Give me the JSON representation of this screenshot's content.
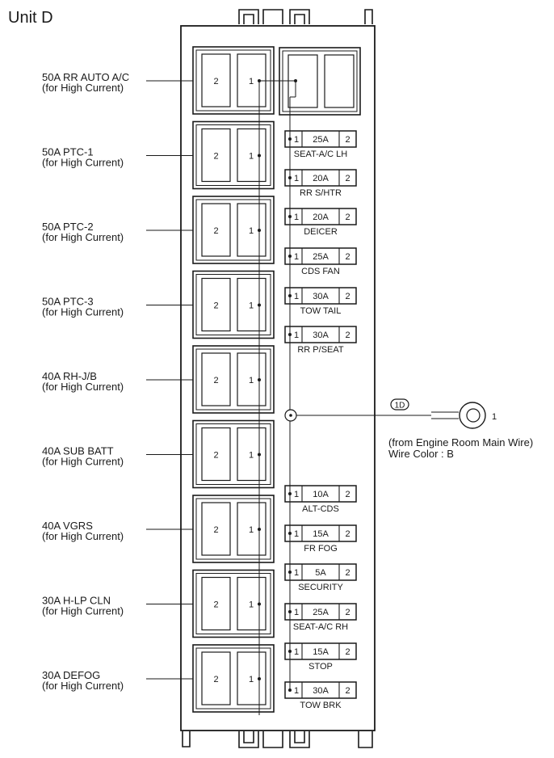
{
  "title": "Unit D",
  "big_fuses": [
    {
      "name": "50A RR AUTO A/C",
      "sub": "(for High Current)",
      "pin_left": "2",
      "pin_right": "1"
    },
    {
      "name": "50A PTC-1",
      "sub": "(for High Current)",
      "pin_left": "2",
      "pin_right": "1"
    },
    {
      "name": "50A PTC-2",
      "sub": "(for High Current)",
      "pin_left": "2",
      "pin_right": "1"
    },
    {
      "name": "50A PTC-3",
      "sub": "(for High Current)",
      "pin_left": "2",
      "pin_right": "1"
    },
    {
      "name": "40A RH-J/B",
      "sub": "(for High Current)",
      "pin_left": "2",
      "pin_right": "1"
    },
    {
      "name": "40A SUB BATT",
      "sub": "(for High Current)",
      "pin_left": "2",
      "pin_right": "1"
    },
    {
      "name": "40A VGRS",
      "sub": "(for High Current)",
      "pin_left": "2",
      "pin_right": "1"
    },
    {
      "name": "30A H-LP CLN",
      "sub": "(for High Current)",
      "pin_left": "2",
      "pin_right": "1"
    },
    {
      "name": "30A DEFOG",
      "sub": "(for High Current)",
      "pin_left": "2",
      "pin_right": "1"
    }
  ],
  "small_fuses": [
    {
      "pin1": "1",
      "amp": "25A",
      "pin2": "2",
      "label": "SEAT-A/C LH"
    },
    {
      "pin1": "1",
      "amp": "20A",
      "pin2": "2",
      "label": "RR S/HTR"
    },
    {
      "pin1": "1",
      "amp": "20A",
      "pin2": "2",
      "label": "DEICER"
    },
    {
      "pin1": "1",
      "amp": "25A",
      "pin2": "2",
      "label": "CDS FAN"
    },
    {
      "pin1": "1",
      "amp": "30A",
      "pin2": "2",
      "label": "TOW TAIL"
    },
    {
      "pin1": "1",
      "amp": "30A",
      "pin2": "2",
      "label": "RR P/SEAT"
    },
    {
      "pin1": "1",
      "amp": "10A",
      "pin2": "2",
      "label": "ALT-CDS"
    },
    {
      "pin1": "1",
      "amp": "15A",
      "pin2": "2",
      "label": "FR FOG"
    },
    {
      "pin1": "1",
      "amp": "5A",
      "pin2": "2",
      "label": "SECURITY"
    },
    {
      "pin1": "1",
      "amp": "25A",
      "pin2": "2",
      "label": "SEAT-A/C RH"
    },
    {
      "pin1": "1",
      "amp": "15A",
      "pin2": "2",
      "label": "STOP"
    },
    {
      "pin1": "1",
      "amp": "30A",
      "pin2": "2",
      "label": "TOW BRK"
    }
  ],
  "connector": {
    "code": "1D",
    "pin": "1",
    "line1": "(from Engine Room Main Wire)",
    "line2": "Wire Color : B"
  }
}
